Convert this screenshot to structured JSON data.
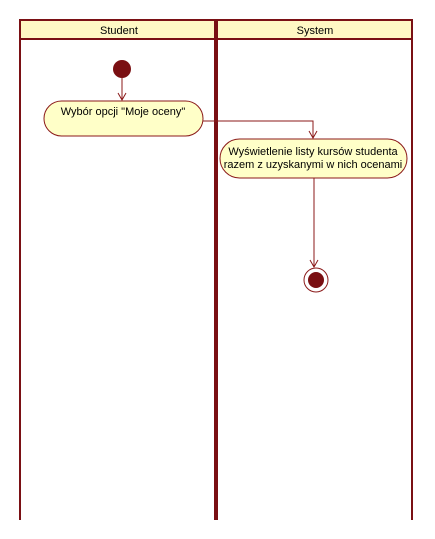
{
  "lanes": [
    {
      "title": "Student"
    },
    {
      "title": "System"
    }
  ],
  "actions": {
    "student_select": {
      "text": "Wybór opcji \"Moje oceny\""
    },
    "system_display": {
      "line1": "Wyświetlenie listy kursów studenta",
      "line2": "razem z uzyskanymi w nich ocenami"
    }
  },
  "colors": {
    "lane_border": "#7a1014",
    "header_fill": "#fff8c4",
    "action_fill": "#ffffc8",
    "action_stroke": "#8b1a1a",
    "node_fill": "#7a0f12",
    "flow": "#8b1a1a"
  }
}
